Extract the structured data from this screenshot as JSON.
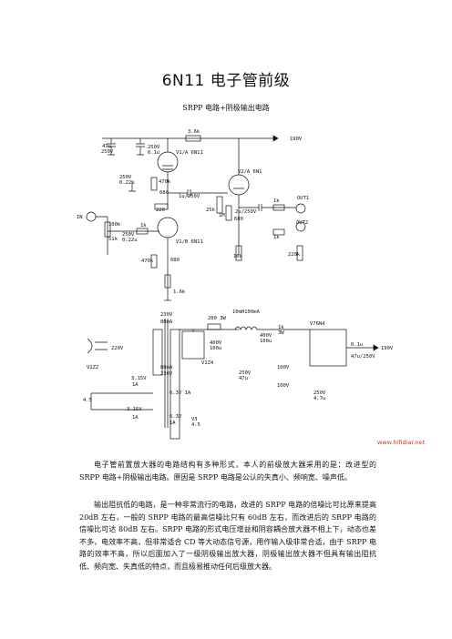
{
  "doc": {
    "title": "6N11 电子管前级",
    "subtitle": "SRPP 电路+阴极输出电路",
    "watermark": "www.hifidiar.net",
    "paragraphs": [
      "电子管前置放大器的电路结构有多种形式，本人的前级放大器采用的是：改进型的 SRPP 电路+阴极输出电路。原因是 SRPP 电路是公认的失真小、频响宽、噪声低。",
      "输出阻抗低的电路，是一种非常流行的电路，改进的 SRPP 电路的倍噪比可比原来提高 20dB 左右，一般的 SRPP 电路的最高信噪比只有 60dB 左右，而改进后的 SRPP 电路的信噪比可达 80dB 左右。SRPP 电路的形式电压增益和阴容耦合放大器不相上下，动态也差不多，电效率不高，但非常适合 CD 等大动态信号源，用作输入级非常合适，由于 SRPP 电路的效率不高，所以后面加入了一级阴极输出放大器，阴极输出放大器不但具有输出阻抗低、频向宽、失真低的特点，而且极易推动任何后级放大器。"
    ]
  },
  "schematic1": {
    "labels": {
      "supply": "190V",
      "c_in1": "47u",
      "c_in1v": "250V",
      "c_in2": "250V",
      "c_in2b": "0.1u",
      "r_top": "3.6k",
      "v1a": "V1/A 6N11",
      "v2a": "V2/A 6N1",
      "r470k": "470k",
      "c022": "250V",
      "c022b": "0.22u",
      "r680a": "680",
      "c1u": "1u/250V",
      "r220": "220",
      "r25k": "25k",
      "r1m": "1M",
      "r680b": "680",
      "c2u": "2u/250V",
      "r1k_a": "1k",
      "r1k_b": "1k",
      "r220k": "220k",
      "r10k": "10k",
      "out1": "OUT1",
      "out2": "OUT2",
      "in": "IN",
      "r100k": "100k",
      "c022c": "250V",
      "c022d": "0.22u",
      "r1k_c": "1k",
      "r51k": "51k",
      "v1b": "V1/B 6N11",
      "r470k_b": "470k",
      "r680c": "680",
      "r16k": "1.6k"
    }
  },
  "schematic2": {
    "labels": {
      "t230": "230V",
      "t80": "80mA",
      "mains": "220V",
      "v1z": "V1Z2",
      "sec315a": "3.15V",
      "sec1a": "1A",
      "sec315b": "3.15V",
      "sec1b": "1A",
      "v45a": "4.5",
      "t80b": "80mA",
      "t230b": "230V",
      "h63a": "6.3V 1A",
      "h63b": "6.3V",
      "h1a": "1A",
      "v3": "V3",
      "v3b": "4.5",
      "r200": "200 3W",
      "l10h": "10mH100mA",
      "c400a": "400V",
      "c400ab": "100u",
      "c400b": "400V",
      "c400bb": "100u",
      "r1k5": "1k",
      "r1k5b": "3W",
      "z100a": "100V",
      "c250": "250V",
      "c250b": "47u",
      "z100b": "100V",
      "c250c": "250V",
      "c250d": "4.7u",
      "v76n": "V76N4",
      "c01": "0.1u",
      "c47": "47u/250V",
      "out190": "190V",
      "v1z4": "V1Z4"
    }
  }
}
